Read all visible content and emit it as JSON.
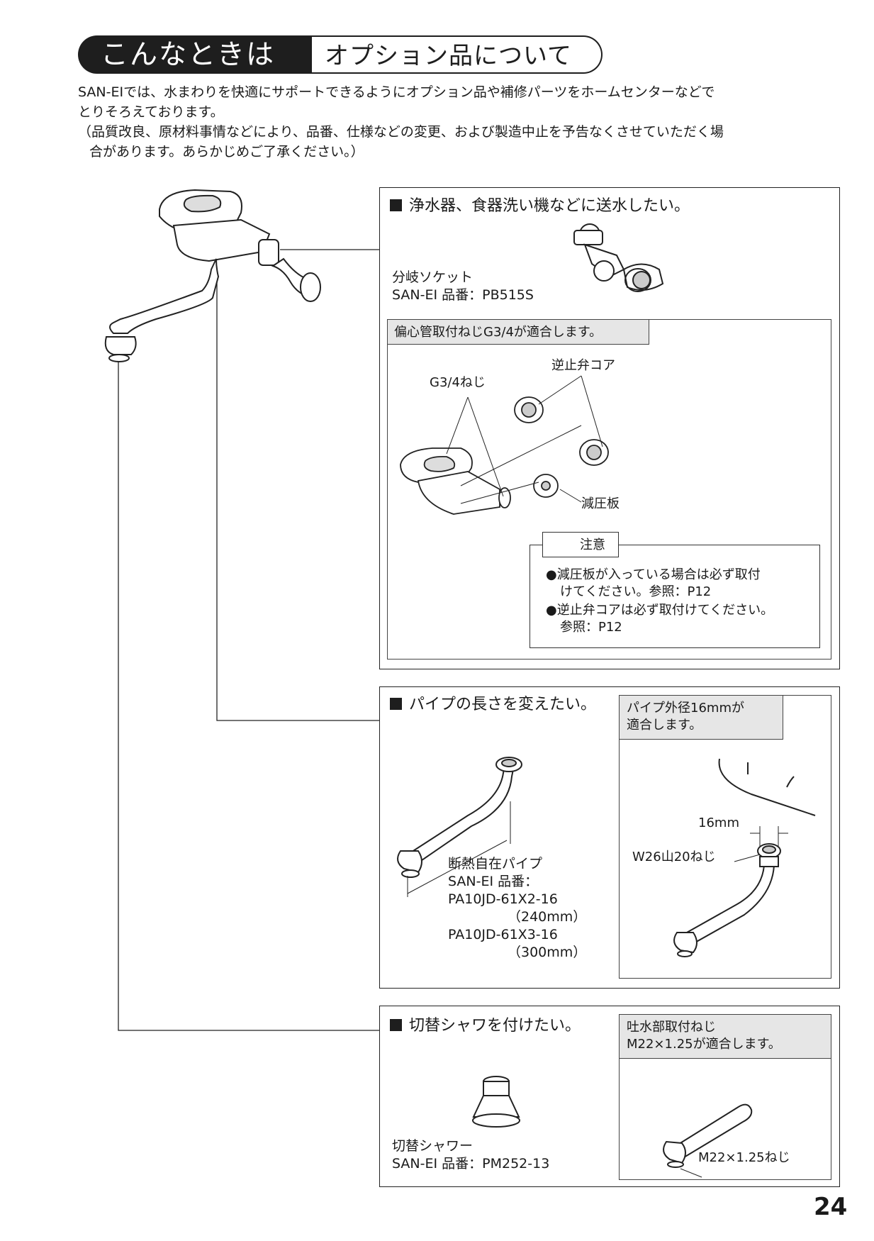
{
  "header": {
    "tag": "こんなときは",
    "title": "オプション品について"
  },
  "intro": {
    "line1": "SAN-EIでは、水まわりを快適にサポートできるようにオプション品や補修パーツをホームセンターなどで",
    "line2": "とりそろえております。",
    "line3": "（品質改良、原材料事情などにより、品番、仕様などの変更、および製造中止を予告なくさせていただく場",
    "line4": "合があります。あらかじめご了承ください。）"
  },
  "section1": {
    "title": "浄水器、食器洗い機などに送水したい。",
    "product_name": "分岐ソケット",
    "product_code": "SAN-EI 品番：PB515S",
    "fit_tag": "偏心管取付ねじG3/4が適合します。",
    "label_thread": "G3/4ねじ",
    "label_check_valve": "逆止弁コア",
    "label_reducer": "減圧板",
    "caution": {
      "title": "注意",
      "item1_l1": "●減圧板が入っている場合は必ず取付",
      "item1_l2": "けてください。参照：P12",
      "item2_l1": "●逆止弁コアは必ず取付けてください。",
      "item2_l2": "参照：P12"
    }
  },
  "section2": {
    "title": "パイプの長さを変えたい。",
    "fit_tag_l1": "パイプ外径16mmが",
    "fit_tag_l2": "適合します。",
    "product_name": "断熱自在パイプ",
    "product_code_label": "SAN-EI 品番：",
    "code1": "PA10JD-61X2-16",
    "len1": "（240mm）",
    "code2": "PA10JD-61X3-16",
    "len2": "（300mm）",
    "label_dia": "16mm",
    "label_thread": "W26山20ねじ"
  },
  "section3": {
    "title": "切替シャワを付けたい。",
    "fit_tag_l1": "吐水部取付ねじ",
    "fit_tag_l2": "M22×1.25が適合します。",
    "product_name": "切替シャワー",
    "product_code": "SAN-EI 品番：PM252-13",
    "label_thread": "M22×1.25ねじ"
  },
  "page_number": "24"
}
